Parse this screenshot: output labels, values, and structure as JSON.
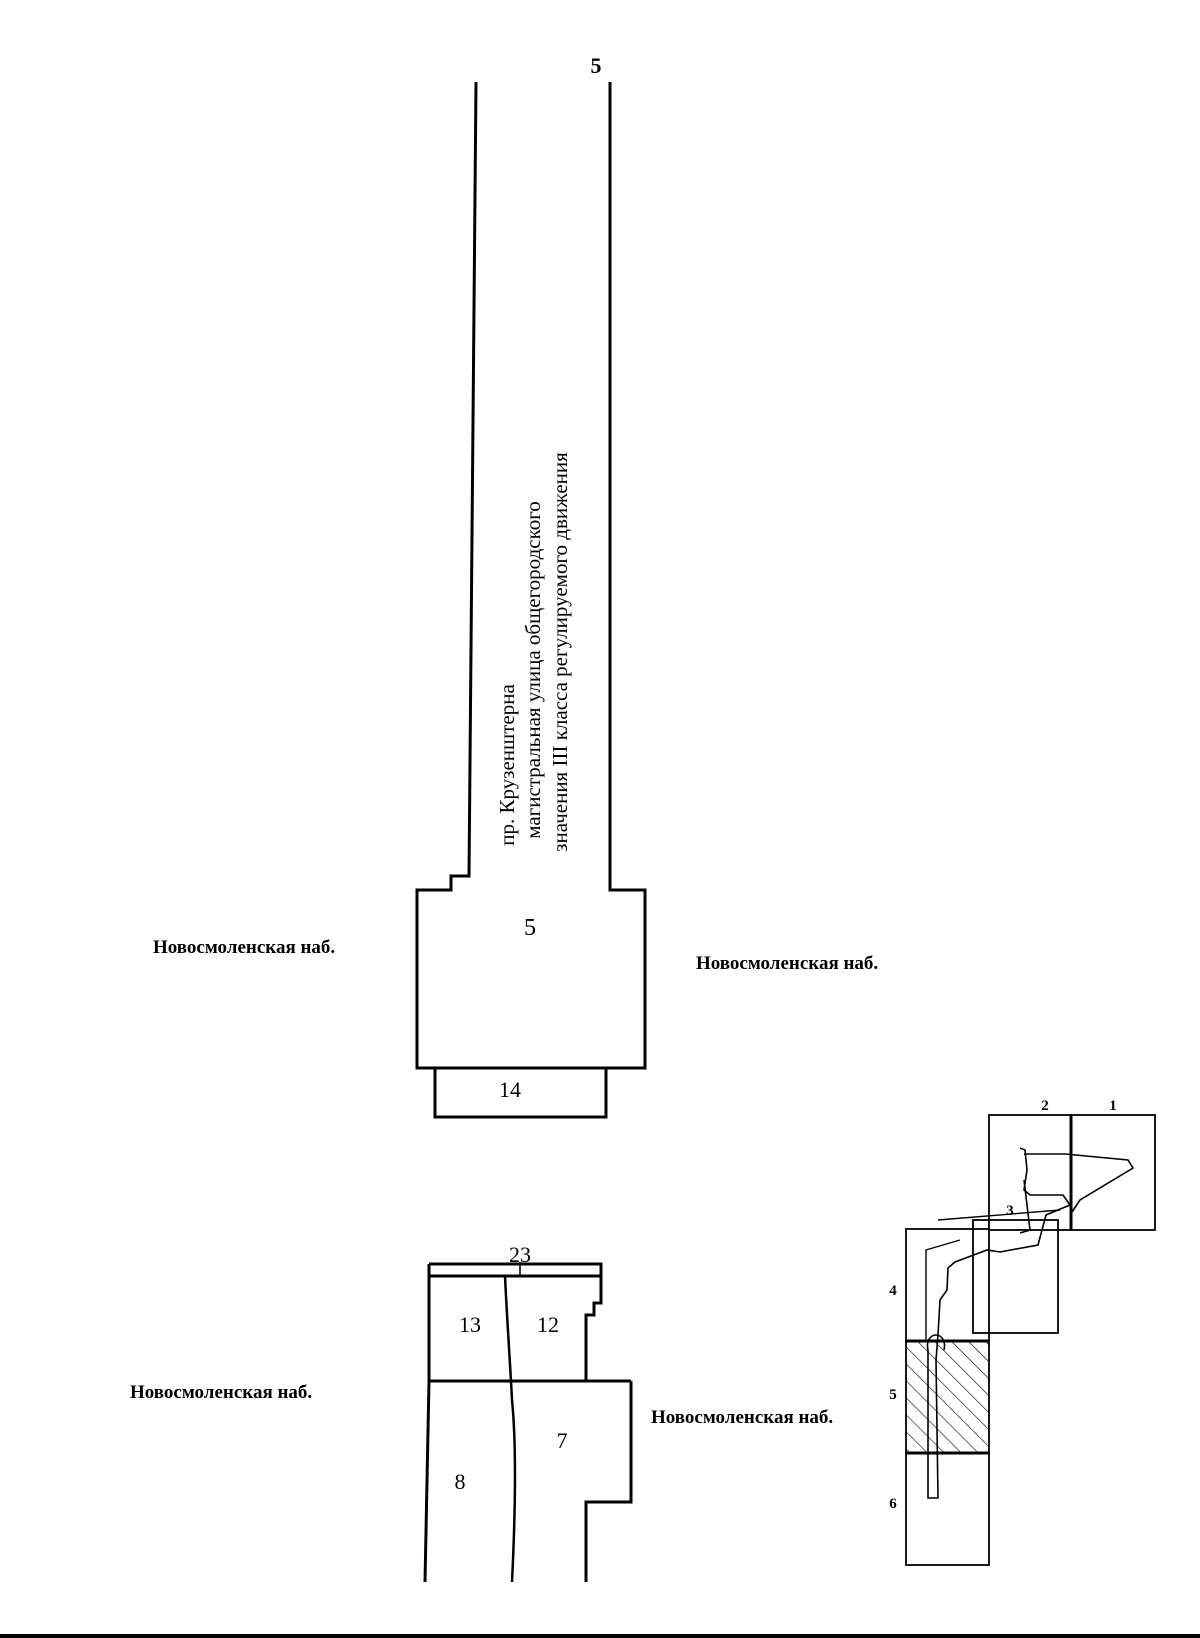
{
  "top_plan": {
    "sheet_number": "5",
    "street_name": "пр. Крузенштерна",
    "street_class_line1": "магистральная улица общегородского",
    "street_class_line2": "значения III класса регулируемого движения",
    "block_main_number": "5",
    "block_small_number": "14",
    "embankment_left": "Новосмоленская наб.",
    "embankment_right": "Новосмоленская наб."
  },
  "bottom_plan": {
    "parcel_23": "23",
    "parcel_13": "13",
    "parcel_12": "12",
    "parcel_8": "8",
    "parcel_7": "7",
    "embankment_left": "Новосмоленская наб.",
    "embankment_right": "Новосмоленская наб."
  },
  "index_map": {
    "sheet_1": "1",
    "sheet_2": "2",
    "sheet_3": "3",
    "sheet_4": "4",
    "sheet_5": "5",
    "sheet_6": "6"
  },
  "colors": {
    "ink": "#000000",
    "paper": "#ffffff"
  }
}
